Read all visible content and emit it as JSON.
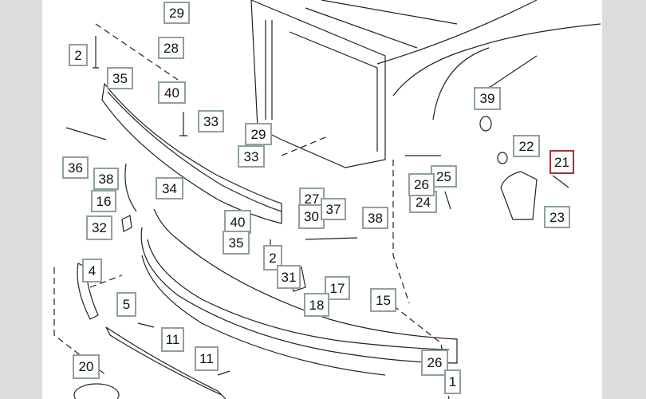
{
  "diagram": {
    "type": "exploded parts diagram - front bumper assembly",
    "highlight_color": "#a0323a",
    "label_border_color": "#8fa0a0",
    "labels": [
      "29",
      "2",
      "28",
      "35",
      "40",
      "33",
      "36",
      "38",
      "29",
      "33",
      "34",
      "16",
      "27",
      "32",
      "40",
      "35",
      "30",
      "37",
      "38",
      "24",
      "25",
      "26",
      "39",
      "22",
      "21",
      "23",
      "2",
      "4",
      "31",
      "17",
      "18",
      "15",
      "5",
      "11",
      "11",
      "20",
      "26",
      "1"
    ],
    "highlighted_label": "21"
  }
}
